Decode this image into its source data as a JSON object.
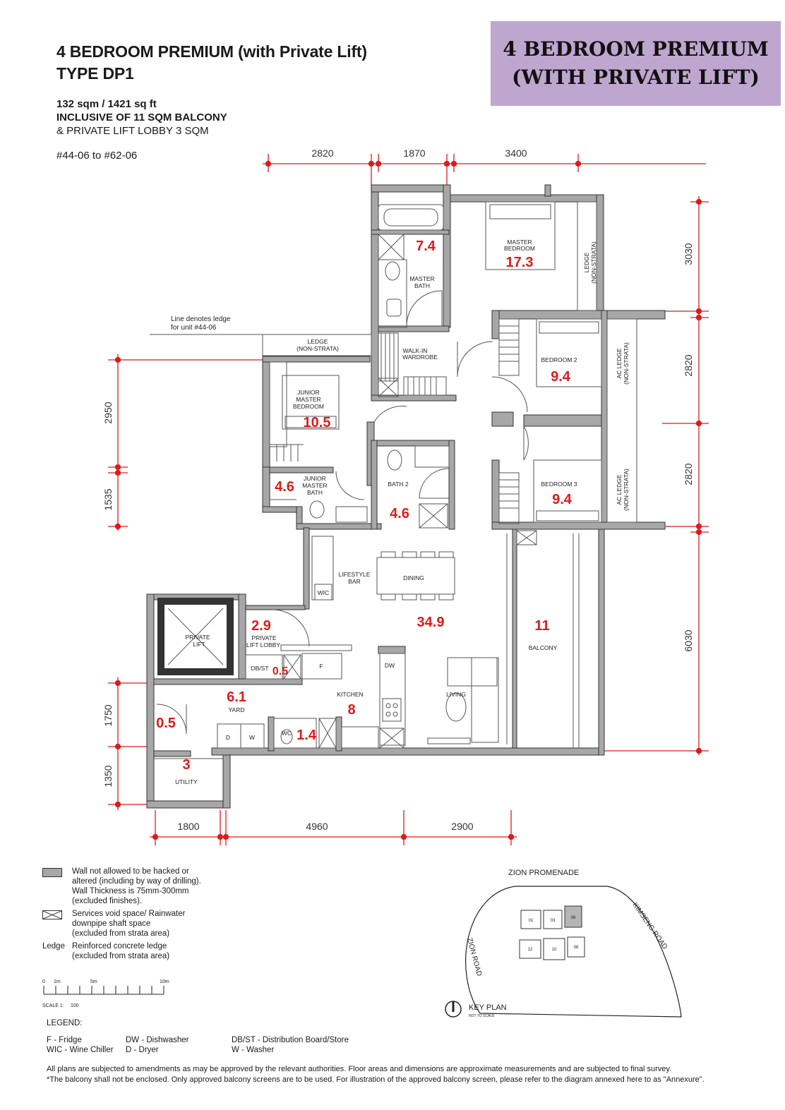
{
  "header": {
    "title_line1": "4 BEDROOM PREMIUM (with Private Lift)",
    "title_line2": "TYPE DP1",
    "area": "132 sqm / 1421 sq ft",
    "inclusive": "INCLUSIVE OF 11 SQM BALCONY",
    "lobby": "& PRIVATE LIFT LOBBY 3 SQM",
    "units": "#44-06 to #62-06"
  },
  "badge": {
    "line1": "4 BEDROOM PREMIUM",
    "line2": "(WITH PRIVATE LIFT)",
    "color": "#bfa6cf"
  },
  "dimensions": {
    "top": [
      "2820",
      "1870",
      "3400"
    ],
    "right": [
      "3030",
      "2820",
      "2820",
      "6030"
    ],
    "left": [
      "2950",
      "1535",
      "1750",
      "1350"
    ],
    "bottom": [
      "1800",
      "4960",
      "2900"
    ]
  },
  "ledge_note": {
    "line1": "Line denotes ledge",
    "line2": "for unit #44-06"
  },
  "rooms": {
    "master_bedroom": {
      "label1": "MASTER",
      "label2": "BEDROOM",
      "area": "17.3"
    },
    "master_bath": {
      "label1": "MASTER",
      "label2": "BATH",
      "area": "7.4"
    },
    "ledge_master": {
      "label1": "LEDGE",
      "label2": "(NON-STRATA)"
    },
    "walk_in_wardrobe": {
      "label1": "WALK-IN",
      "label2": "WARDROBE"
    },
    "ledge_junior": {
      "label1": "LEDGE",
      "label2": "(NON-STRATA)"
    },
    "junior_master_bedroom": {
      "label1": "JUNIOR",
      "label2": "MASTER",
      "label3": "BEDROOM",
      "area": "10.5"
    },
    "junior_master_bath": {
      "label1": "JUNIOR",
      "label2": "MASTER",
      "label3": "BATH",
      "area": "4.6"
    },
    "bath2": {
      "label": "BATH 2",
      "area": "4.6"
    },
    "bedroom2": {
      "label": "BEDROOM 2",
      "area": "9.4"
    },
    "bedroom3": {
      "label": "BEDROOM 3",
      "area": "9.4"
    },
    "ac_ledge": {
      "label1": "AC LEDGE",
      "label2": "(NON-STRATA)"
    },
    "lifestyle_bar": {
      "label1": "LIFESTYLE",
      "label2": "BAR"
    },
    "wic": {
      "label": "WIC"
    },
    "dining": {
      "label": "DINING"
    },
    "living_dining_area": "34.9",
    "balcony": {
      "label": "BALCONY",
      "area": "11"
    },
    "private_lift": {
      "label1": "PRIVATE",
      "label2": "LIFT"
    },
    "private_lift_lobby": {
      "label1": "PRIVATE",
      "label2": "LIFT LOBBY",
      "area": "2.9"
    },
    "dbst": {
      "label": "DB/ST",
      "area": "0.5"
    },
    "fridge": {
      "label": "F"
    },
    "dw": {
      "label": "DW"
    },
    "kitchen": {
      "label": "KITCHEN",
      "area": "8"
    },
    "living": {
      "label": "LIVING"
    },
    "yard": {
      "label": "YARD",
      "area": "6.1"
    },
    "dryer": {
      "label": "D"
    },
    "washer": {
      "label": "W"
    },
    "wc": {
      "label": "WC",
      "area": "1.4"
    },
    "corridor_area": "0.5",
    "utility": {
      "label": "UTILITY",
      "area": "3"
    }
  },
  "wall_legend": [
    {
      "label": "Wall not allowed to be hacked or altered (including by way of drilling). Wall Thickness is 75mm-300mm (excluded finishes).",
      "lines": [
        "Wall not allowed to be hacked or",
        "altered (including by way of drilling).",
        "Wall Thickness is 75mm-300mm",
        "(excluded finishes)."
      ]
    },
    {
      "label": "Services void space/ Rainwater downpipe shaft space (excluded from strata area)",
      "lines": [
        "Services void space/ Rainwater",
        "downpipe shaft space",
        "(excluded from strata area)"
      ]
    },
    {
      "key": "Ledge",
      "lines": [
        "Reinforced concrete ledge",
        "(excluded from strata area)"
      ]
    }
  ],
  "scale": {
    "ticks": [
      "0",
      "1m",
      "5m",
      "10m"
    ],
    "caption": "SCALE 1:",
    "value": "100"
  },
  "legend": {
    "title": "LEGEND:",
    "col1": [
      "F - Fridge",
      "WIC - Wine Chiller"
    ],
    "col2": [
      "DW - Dishwasher",
      "D - Dryer"
    ],
    "col3": [
      "DB/ST - Distribution Board/Store",
      "W - Washer"
    ]
  },
  "key_plan": {
    "road_top": "ZION PROMENADE",
    "road_right": "KIMSENG ROAD",
    "road_left": "ZION ROAD",
    "units_top": [
      "01",
      "03",
      "06"
    ],
    "units_bottom": [
      "12",
      "10",
      "08"
    ],
    "label": "KEY PLAN",
    "sub": "NOT TO SCALE"
  },
  "footer": {
    "line1": "All plans are subjected to amendments as may be approved by the relevant authorities. Floor areas and dimensions are approximate measurements and are subjected to final survey.",
    "line2": "*The balcony shall not be enclosed. Only approved balcony screens are to be used. For illustration of the approved balcony screen, please refer to the diagram annexed here to as \"Annexure\"."
  },
  "colors": {
    "wall": "#a7a7a7",
    "dimension": "#e01a1a",
    "area_text": "#e01a1a",
    "badge": "#bfa6cf"
  }
}
